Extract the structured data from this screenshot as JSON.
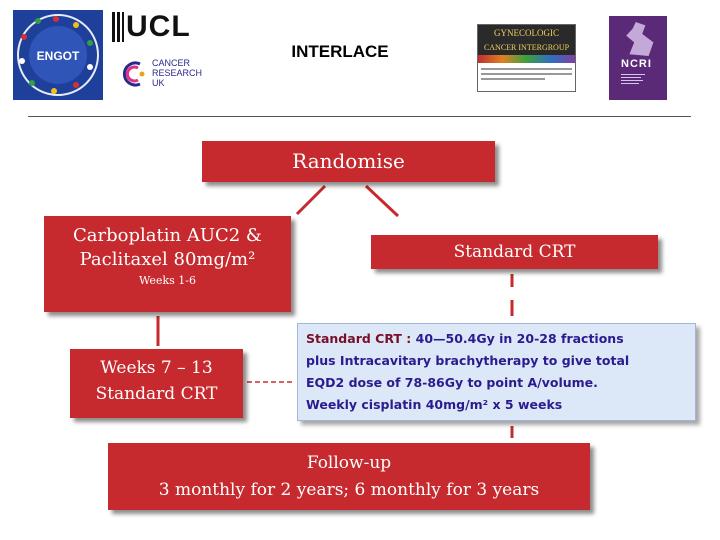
{
  "header": {
    "title": "INTERLACE",
    "logos": {
      "engot": {
        "text": "ENGOT"
      },
      "ucl": {
        "text": "UCL"
      },
      "cruk": {
        "lines": [
          "CANCER",
          "RESEARCH",
          "UK"
        ]
      },
      "gcig": {
        "lines": [
          "GYNECOLOGIC",
          "CANCER INTERGROUP"
        ]
      },
      "ncri": {
        "text": "NCRI"
      }
    }
  },
  "flow": {
    "randomise": "Randomise",
    "arm_a": {
      "line1": "Carboplatin AUC2 &",
      "line2": "Paclitaxel 80mg/m²",
      "line3": "Weeks 1-6"
    },
    "arm_b": "Standard CRT",
    "weeks": {
      "line1": "Weeks 7 – 13",
      "line2": "Standard CRT"
    },
    "followup": {
      "line1": "Follow-up",
      "line2": "3 monthly for 2 years; 6 monthly  for 3 years"
    }
  },
  "info": {
    "heading": "Standard CRT : ",
    "line1": "40—50.4Gy in 20-28 fractions",
    "line2": "plus  Intracavitary brachytherapy  to give total",
    "line3": "EQD2 dose of 78-86Gy to point A/volume.",
    "line4": "Weekly cisplatin 40mg/m² x 5 weeks"
  },
  "colors": {
    "box": "#c72a2e",
    "connector": "#c72a2e",
    "info_bg": "#dce8f8",
    "info_text": "#2b1b8f",
    "info_head": "#7a1028"
  }
}
